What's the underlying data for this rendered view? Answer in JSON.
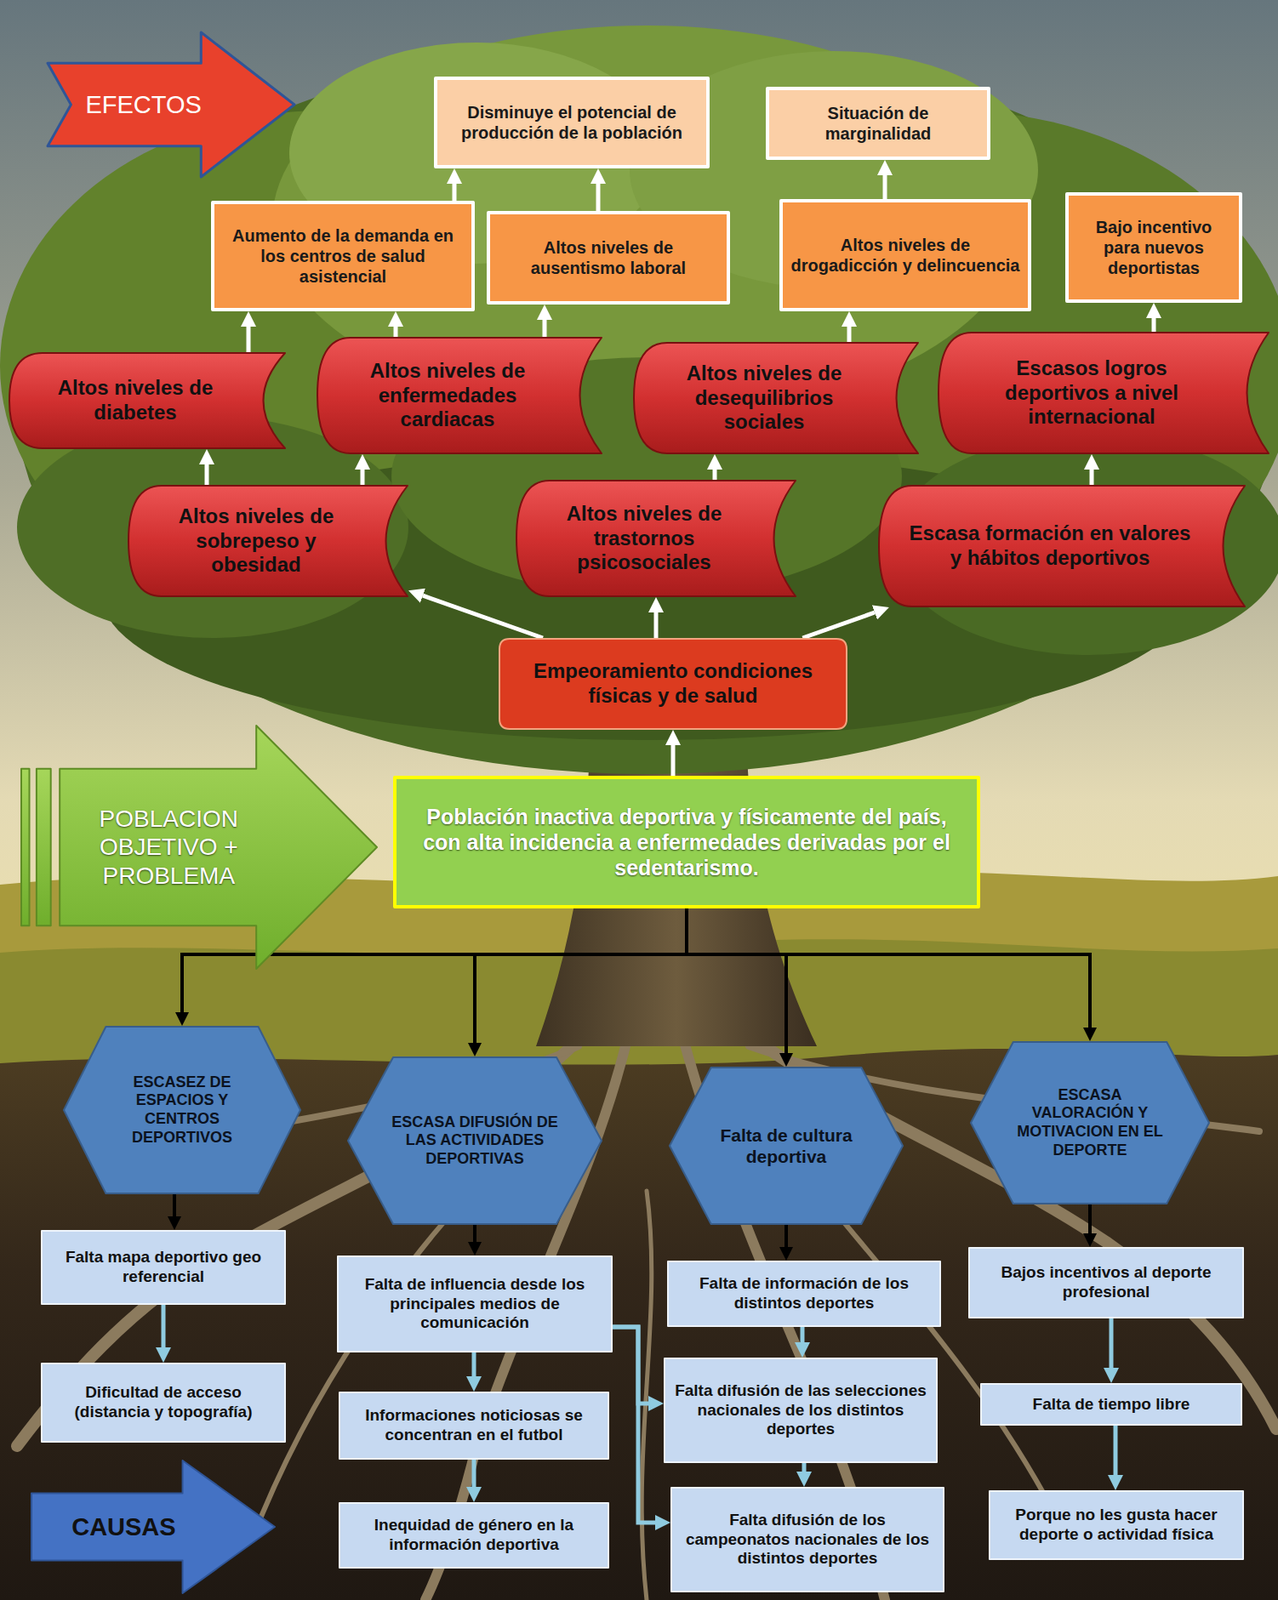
{
  "diagram": {
    "nodes": [
      {
        "text": [
          "EFECTOS"
        ]
      },
      {
        "text": [
          "Disminuye el potencial de producción de la población"
        ]
      },
      {
        "text": [
          "Situación de marginalidad"
        ]
      },
      {
        "text": [
          "Aumento de la demanda en los centros de salud asistencial"
        ]
      },
      {
        "text": [
          "Altos niveles de ausentismo laboral"
        ]
      },
      {
        "text": [
          "Altos niveles de drogadicción y delincuencia"
        ]
      },
      {
        "text": [
          "Bajo incentivo para nuevos deportistas"
        ]
      },
      {
        "text": [
          "Altos niveles de diabetes"
        ]
      },
      {
        "text": [
          "Altos niveles de enfermedades cardiacas"
        ]
      },
      {
        "text": [
          "Altos niveles de desequilibrios sociales"
        ]
      },
      {
        "text": [
          "Escasos logros deportivos a nivel internacional"
        ]
      },
      {
        "text": [
          "Altos niveles de sobrepeso y obesidad"
        ]
      },
      {
        "text": [
          "Altos niveles de trastornos psicosociales"
        ]
      },
      {
        "text": [
          "Escasa formación en valores y hábitos deportivos"
        ]
      },
      {
        "text": [
          "Empeoramiento condiciones físicas y de salud"
        ]
      },
      {
        "text": [
          "POBLACION OBJETIVO + PROBLEMA"
        ]
      },
      {
        "text": [
          "Población inactiva deportiva y físicamente del país, con alta incidencia a enfermedades derivadas por el sedentarismo."
        ]
      },
      {
        "text": [
          "ESCASEZ DE ESPACIOS Y CENTROS DEPORTIVOS"
        ]
      },
      {
        "text": [
          "ESCASA DIFUSIÓN DE LAS ACTIVIDADES DEPORTIVAS"
        ]
      },
      {
        "text": [
          "Falta de cultura deportiva"
        ]
      },
      {
        "text": [
          "ESCASA VALORACIÓN Y MOTIVACION EN EL DEPORTE"
        ]
      },
      {
        "text": [
          "Falta mapa deportivo geo referencial"
        ]
      },
      {
        "text": [
          "Falta de influencia desde los principales medios de comunicación"
        ]
      },
      {
        "text": [
          "Falta de información de los distintos deportes"
        ]
      },
      {
        "text": [
          "Bajos incentivos al deporte profesional"
        ]
      },
      {
        "text": [
          "Dificultad de acceso (distancia y topografía)"
        ]
      },
      {
        "text": [
          "Falta difusión de las selecciones nacionales de los distintos deportes"
        ]
      },
      {
        "text": [
          "Falta de tiempo libre"
        ]
      },
      {
        "text": [
          "Informaciones noticiosas se concentran en el futbol"
        ]
      },
      {
        "text": [
          "CAUSAS"
        ]
      },
      {
        "text": [
          "Inequidad de género en la información deportiva"
        ]
      },
      {
        "text": [
          "Falta difusión de los campeonatos nacionales de los distintos deportes"
        ]
      },
      {
        "text": [
          "Porque no les gusta hacer deporte o actividad física"
        ]
      }
    ],
    "edges": [
      {
        "from": 16,
        "to": 14,
        "arrow": "to"
      },
      {
        "from": 14,
        "to": 11,
        "arrow": "to"
      },
      {
        "from": 14,
        "to": 12,
        "arrow": "to"
      },
      {
        "from": 14,
        "to": 13,
        "arrow": "to"
      },
      {
        "from": 11,
        "to": 7,
        "arrow": "to"
      },
      {
        "from": 11,
        "to": 8,
        "arrow": "to"
      },
      {
        "from": 7,
        "to": 3,
        "arrow": "to"
      },
      {
        "from": 8,
        "to": 3,
        "arrow": "to"
      },
      {
        "from": 8,
        "to": 4,
        "arrow": "to"
      },
      {
        "from": 3,
        "to": 1,
        "arrow": "to"
      },
      {
        "from": 4,
        "to": 1,
        "arrow": "to"
      },
      {
        "from": 12,
        "to": 9,
        "arrow": "to"
      },
      {
        "from": 9,
        "to": 5,
        "arrow": "to"
      },
      {
        "from": 5,
        "to": 2,
        "arrow": "to"
      },
      {
        "from": 13,
        "to": 10,
        "arrow": "to"
      },
      {
        "from": 10,
        "to": 6,
        "arrow": "to"
      },
      {
        "from": 16,
        "to": 17,
        "arrow": "to"
      },
      {
        "from": 16,
        "to": 18,
        "arrow": "to"
      },
      {
        "from": 16,
        "to": 19,
        "arrow": "to"
      },
      {
        "from": 16,
        "to": 20,
        "arrow": "to"
      },
      {
        "from": 17,
        "to": 21,
        "arrow": "to"
      },
      {
        "from": 21,
        "to": 25,
        "arrow": "to"
      },
      {
        "from": 18,
        "to": 22,
        "arrow": "to"
      },
      {
        "from": 22,
        "to": 28,
        "arrow": "to"
      },
      {
        "from": 28,
        "to": 30,
        "arrow": "to"
      },
      {
        "from": 22,
        "to": 26,
        "arrow": "to"
      },
      {
        "from": 22,
        "to": 31,
        "arrow": "to"
      },
      {
        "from": 19,
        "to": 23,
        "arrow": "to"
      },
      {
        "from": 23,
        "to": 26,
        "arrow": "to"
      },
      {
        "from": 26,
        "to": 31,
        "arrow": "to"
      },
      {
        "from": 20,
        "to": 24,
        "arrow": "to"
      },
      {
        "from": 24,
        "to": 27,
        "arrow": "to"
      },
      {
        "from": 27,
        "to": 32,
        "arrow": "to"
      }
    ]
  }
}
